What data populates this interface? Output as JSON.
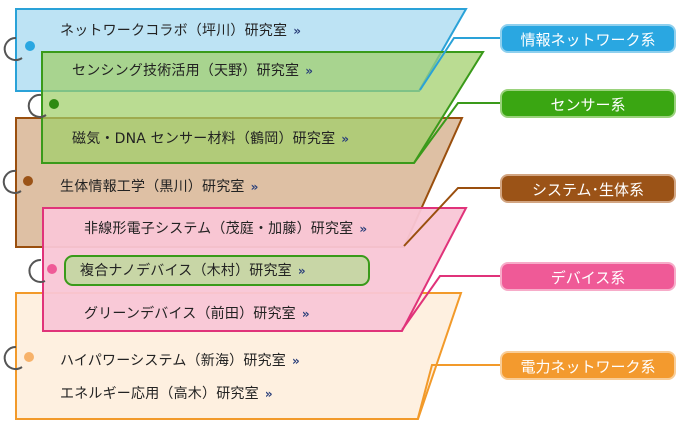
{
  "categories": [
    {
      "id": "info-network",
      "label": "情報ネットワーク系",
      "fill": "#bde3f4",
      "stroke": "#2aa2d8",
      "pill": "#2aa7e1"
    },
    {
      "id": "sensor",
      "label": "センサー系",
      "fill": "#b6dc8e",
      "stroke": "#3a9a1a",
      "pill": "#3aa612"
    },
    {
      "id": "system-bio",
      "label": "システム･生体系",
      "fill": "#dec0a4",
      "stroke": "#9a4f0e",
      "pill": "#9b5317"
    },
    {
      "id": "device",
      "label": "デバイス系",
      "fill": "#f9c6d6",
      "stroke": "#e0337a",
      "pill": "#ef5a97"
    },
    {
      "id": "power-network",
      "label": "電力ネットワーク系",
      "fill": "#fef0e0",
      "stroke": "#f29a2a",
      "pill": "#f39a2e"
    }
  ],
  "labs": [
    {
      "name": "ネットワークコラボ（坪川）研究室",
      "arrow": "»"
    },
    {
      "name": "センシング技術活用（天野）研究室",
      "arrow": "»"
    },
    {
      "name": "磁気・DNA センサー材料（鶴岡）研究室",
      "arrow": "»"
    },
    {
      "name": "生体情報工学（黒川）研究室",
      "arrow": "»"
    },
    {
      "name": "非線形電子システム（茂庭・加藤）研究室",
      "arrow": "»"
    },
    {
      "name": "複合ナノデバイス（木村）研究室",
      "arrow": "»"
    },
    {
      "name": "グリーンデバイス（前田）研究室",
      "arrow": "»"
    },
    {
      "name": "ハイパワーシステム（新海）研究室",
      "arrow": "»"
    },
    {
      "name": "エネルギー応用（高木）研究室",
      "arrow": "»"
    }
  ]
}
